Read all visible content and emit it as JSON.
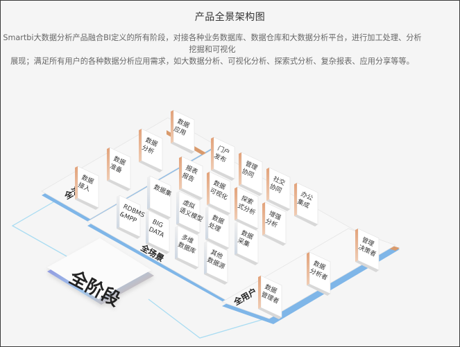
{
  "header": {
    "title": "产品全景架构图",
    "description_lines": [
      "Smartbi大数据分析产品融合BI定义的所有阶段，对接各种业务数据库、数据仓库和大数据分析平台，进行加工处理、分析挖掘和可视化",
      "展现；满足所有用户的各种数据分析应用需求，如大数据分析、可视化分析、探索式分析、复杂报表、应用分享等等。"
    ]
  },
  "diagram": {
    "labels": {
      "all_stage": "全阶段",
      "all_process": "全流程",
      "all_scene": "全场景",
      "all_user": "全用户"
    },
    "process_cards": [
      [
        "数据",
        "接入"
      ],
      [
        "数据",
        "准备"
      ],
      [
        "数据",
        "分析"
      ],
      [
        "数据",
        "应用"
      ]
    ],
    "app_cards": [
      [
        "门户",
        "发布"
      ],
      [
        "管理",
        "协同"
      ],
      [
        "社交",
        "协同"
      ],
      [
        "办公",
        "集成"
      ]
    ],
    "analysis_cards": [
      [
        "报表",
        "报告"
      ],
      [
        "数据",
        "可视化"
      ],
      [
        "探索",
        "式分析"
      ],
      [
        "增强",
        "分析"
      ]
    ],
    "prep_cards": [
      [
        "数据集"
      ],
      [
        "虚拟",
        "语义模型"
      ],
      [
        "数据",
        "处理"
      ],
      [
        "数据",
        "采集"
      ]
    ],
    "source_cards": [
      [
        "RDBMS",
        "&MPP"
      ],
      [
        "BIG",
        "DATA"
      ],
      [
        "多维",
        "数据库"
      ],
      [
        "其他",
        "数据源"
      ]
    ],
    "user_cards": [
      [
        "数据",
        "管理者"
      ],
      [
        "数据",
        "分析者"
      ],
      [
        "管理",
        "决策者"
      ]
    ]
  },
  "colors": {
    "blue": "#7fb6e8",
    "orange": "#d99a6c",
    "purple": "#8a7fd6",
    "line": "#9fd8f0"
  }
}
